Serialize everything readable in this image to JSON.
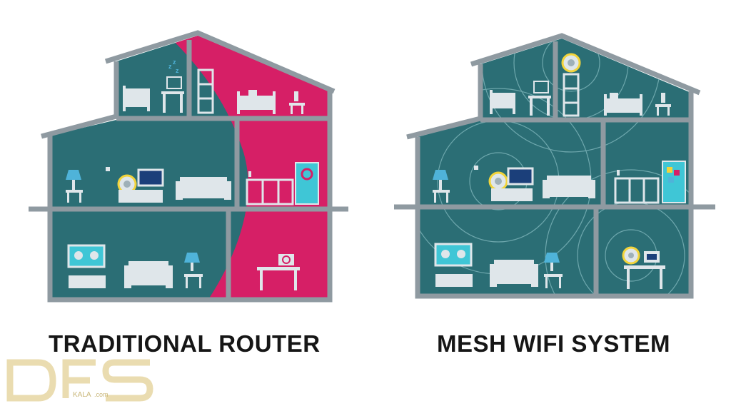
{
  "captions": {
    "traditional": "TRADITIONAL ROUTER",
    "mesh": "MESH WIFI SYSTEM"
  },
  "watermark": {
    "text": "DFS",
    "sub": "KALA",
    "suffix": ".com"
  },
  "colors": {
    "house_fill": "#2b6e75",
    "house_wall": "#8f9aa1",
    "no_signal": "#d61f66",
    "furniture": "#dfe6ea",
    "router_ring": "#f2d43b",
    "caption": "#161616",
    "watermark": "#e8d9a8"
  },
  "icons": {
    "router": "router-icon",
    "mesh_node": "mesh-node-icon",
    "wifi_signal": "wifi-signal-icon"
  }
}
